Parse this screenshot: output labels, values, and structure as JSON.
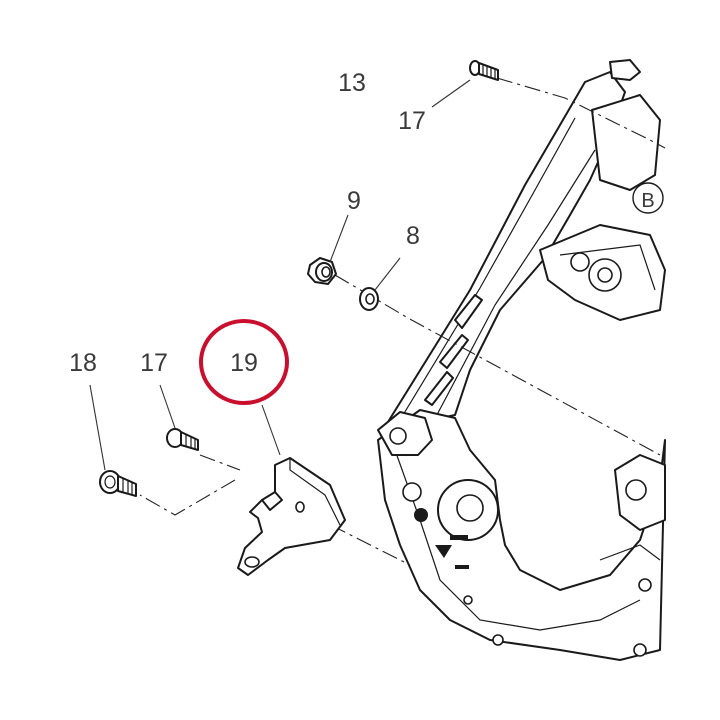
{
  "diagram": {
    "callouts": [
      {
        "id": "13",
        "label": "13"
      },
      {
        "id": "17-top",
        "label": "17"
      },
      {
        "id": "9",
        "label": "9"
      },
      {
        "id": "8",
        "label": "8"
      },
      {
        "id": "18",
        "label": "18"
      },
      {
        "id": "17-left",
        "label": "17"
      },
      {
        "id": "19",
        "label": "19"
      }
    ],
    "reference_marker": {
      "label": "B"
    },
    "highlight": {
      "target": "19",
      "color": "#c8102e"
    }
  }
}
